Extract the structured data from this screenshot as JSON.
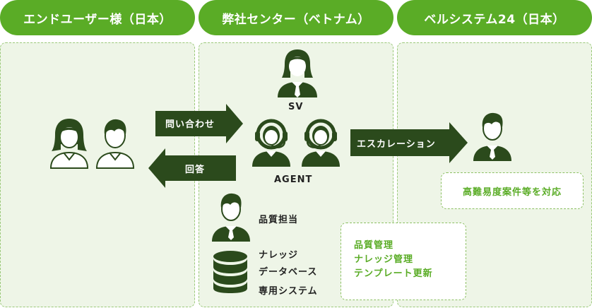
{
  "headers": {
    "customer": "エンドユーザー様（日本）",
    "center": "弊社センター（ベトナム）",
    "bellsystem": "ベルシステム24（日本）"
  },
  "arrows": {
    "inquiry": "問い合わせ",
    "answer": "回答",
    "escalation": "エスカレーション"
  },
  "roles": {
    "sv": "SV",
    "agent": "AGENT",
    "quality": "品質担当",
    "database_line1": "ナレッジ",
    "database_line2": "データベース",
    "database_line3": "専用システム"
  },
  "notes": {
    "difficult": "高難易度案件等を対応",
    "tasks": [
      "品質管理",
      "ナレッジ管理",
      "テンプレート更新"
    ]
  },
  "colors": {
    "header_green": "#5aac26",
    "panel_bg": "#eef5e7",
    "arrow_dark": "#2b4a1c",
    "icon_dark": "#2b4a1c"
  }
}
